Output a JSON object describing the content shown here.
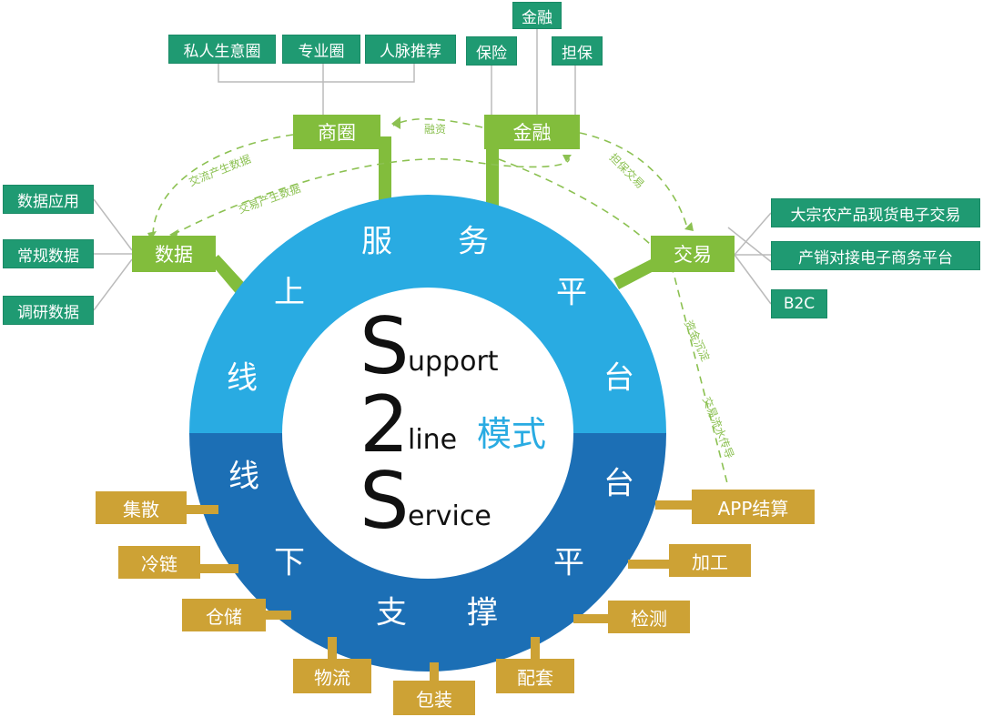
{
  "top_boxes": {
    "siren": "私人生意圈",
    "zhuanye": "专业圈",
    "renmai": "人脉推荐",
    "jinrong_top": "金融",
    "baoxian": "保险",
    "danbao": "担保"
  },
  "left_boxes": [
    "数据应用",
    "常规数据",
    "调研数据"
  ],
  "right_boxes": [
    "大宗农产品现货电子交易",
    "产销对接电子商务平台",
    "B2C"
  ],
  "green_nodes": {
    "shangquan": "商圈",
    "jinrong": "金融",
    "shuju": "数据",
    "jiaoyi": "交易"
  },
  "flow_labels": {
    "rongzi": "融资",
    "jiaoliu": "交流产生数据",
    "jiaoyi_data": "交易产生数据",
    "danbao_jiaoyi": "担保交易",
    "zijin": "资金沉淀",
    "liushui": "交易流水传导"
  },
  "ring_top": [
    "服",
    "务",
    "平",
    "台",
    "上",
    "线"
  ],
  "ring_bottom": [
    "线",
    "下",
    "支",
    "撑",
    "平",
    "台"
  ],
  "center": {
    "s1": "S",
    "w1": "upport",
    "n2": "2",
    "w2": "line",
    "s3": "S",
    "w3": "ervice",
    "mode": "模式"
  },
  "bottom_boxes": [
    "集散",
    "冷链",
    "仓储",
    "物流",
    "包装",
    "配套",
    "检测",
    "加工",
    "APP结算"
  ],
  "colors": {
    "teal": "#1f9a72",
    "green": "#82bd3c",
    "gold": "#cda235",
    "blue_top": "#29abe2",
    "blue_bottom": "#1c6fb5"
  }
}
